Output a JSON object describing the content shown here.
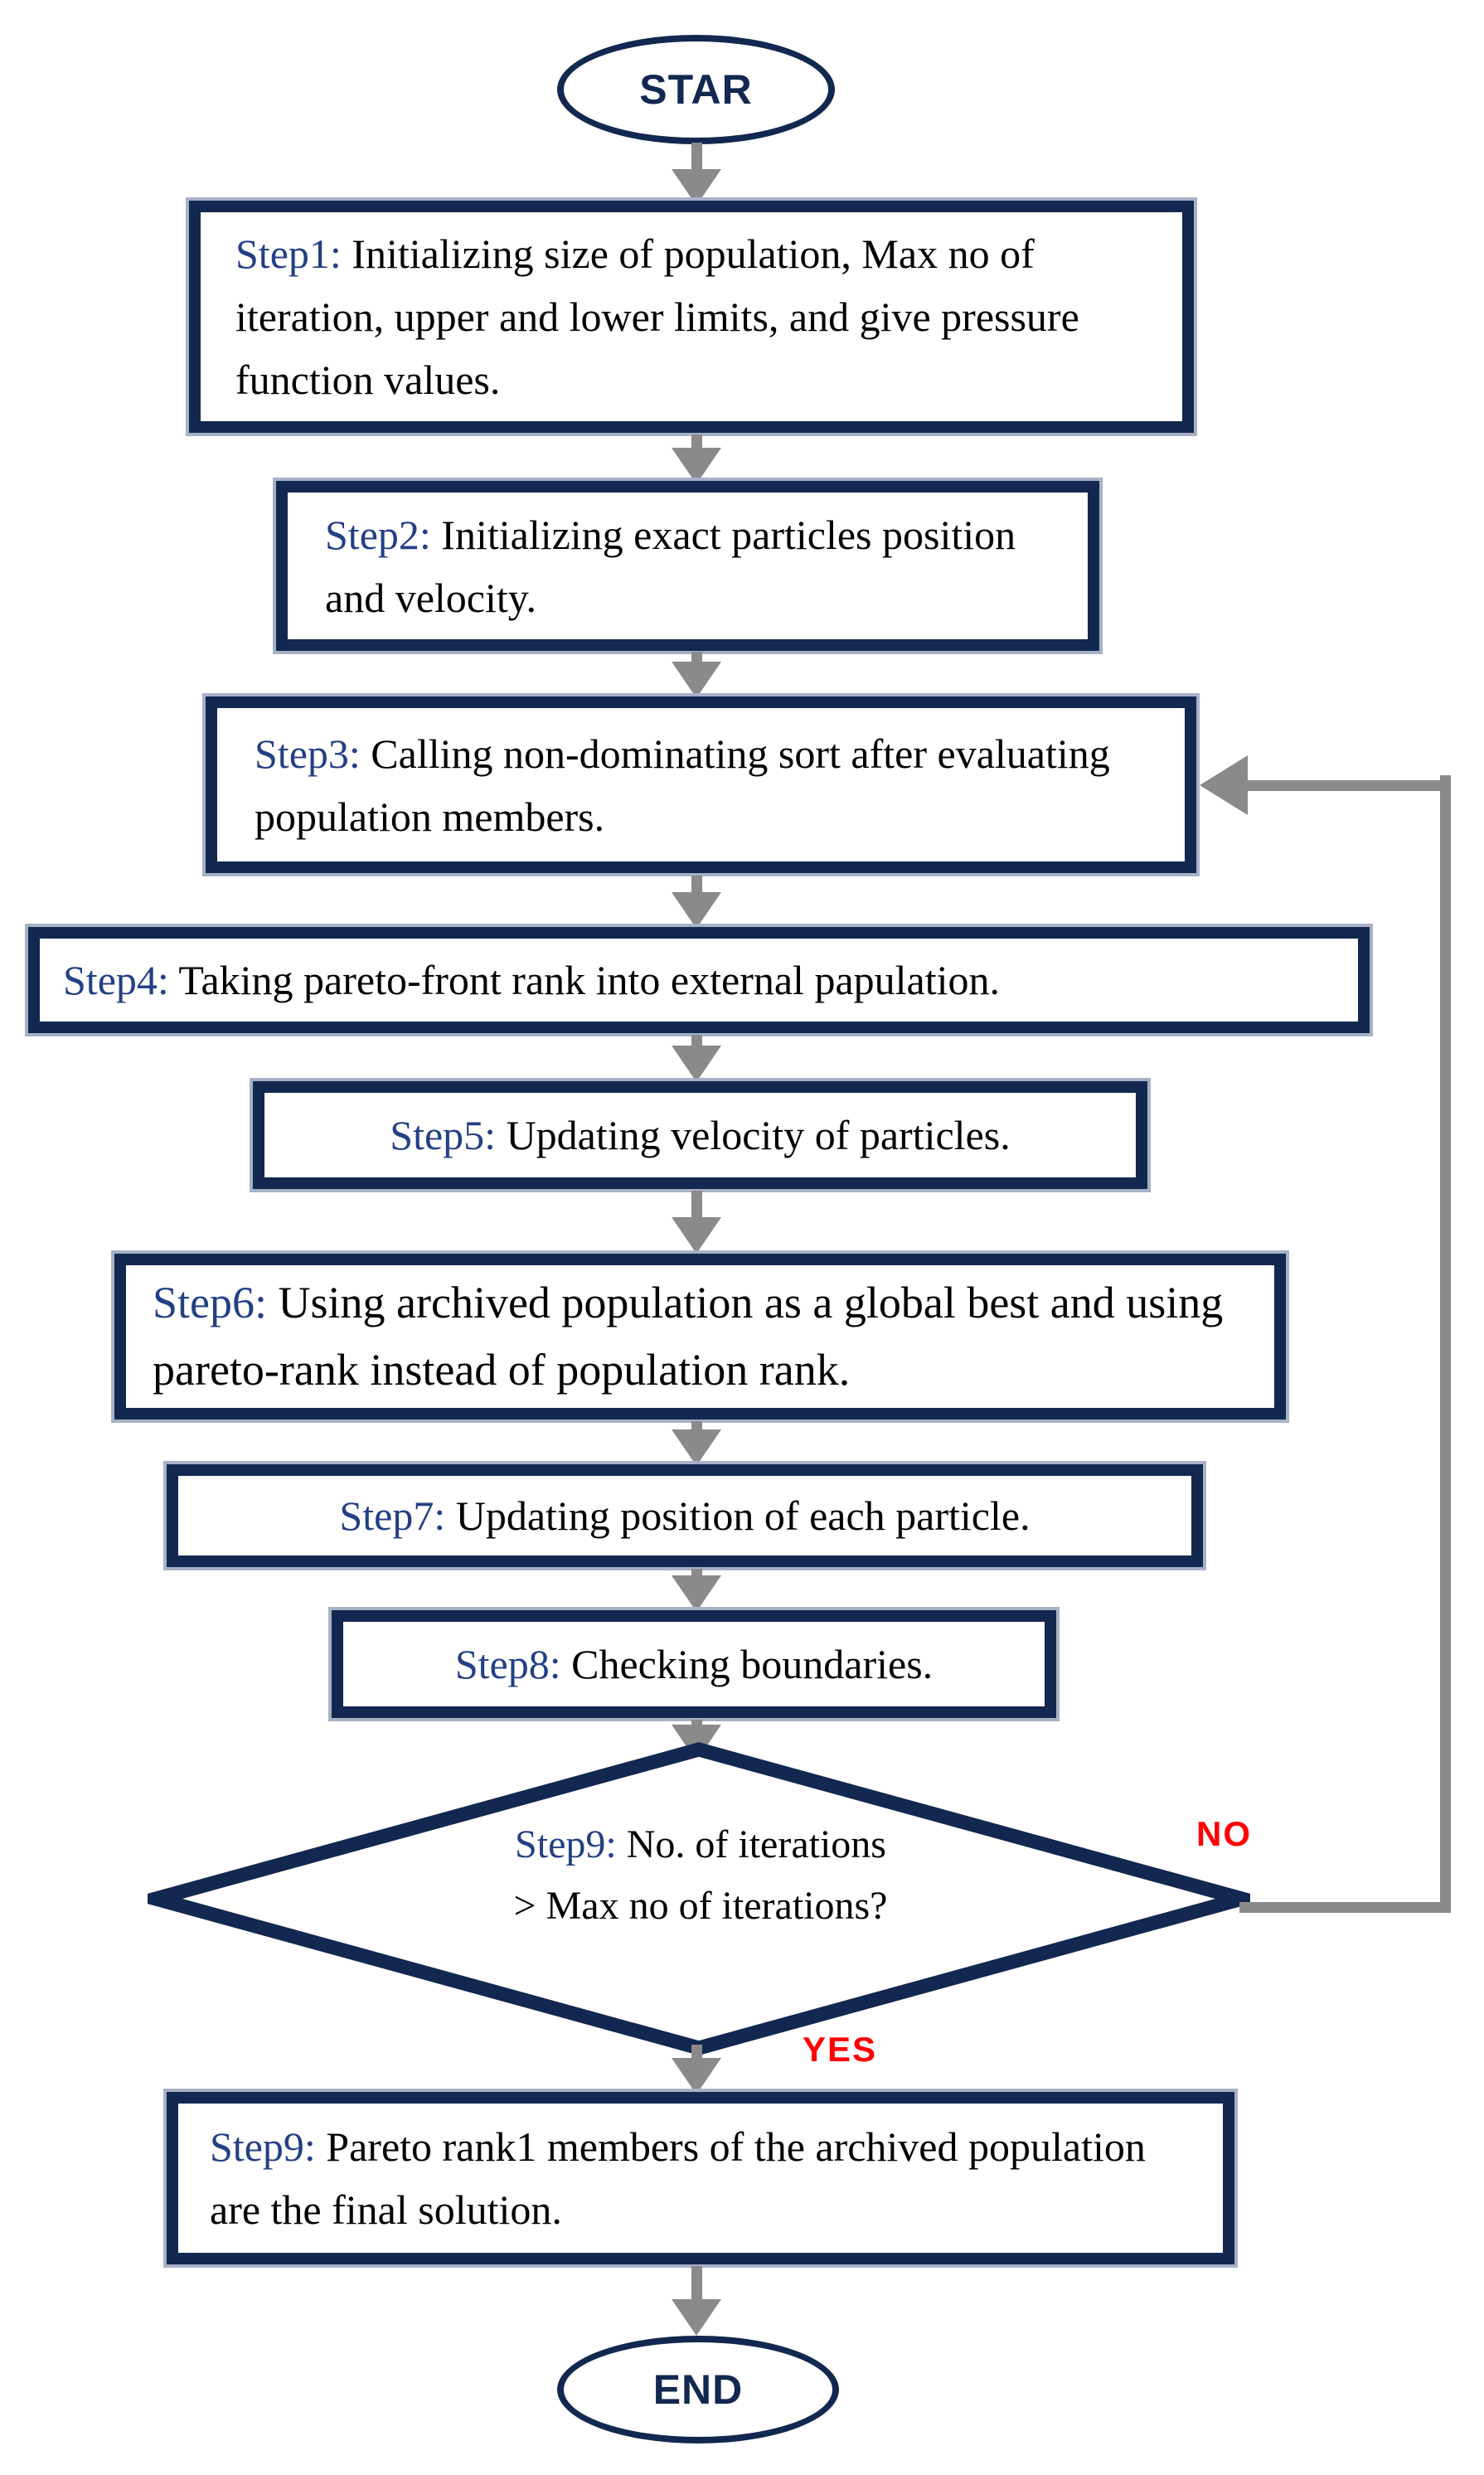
{
  "colors": {
    "navy": "#132850",
    "steplabel": "#233f85",
    "text": "#000000",
    "arrow": "#8a8a8a",
    "red": "#ff0000",
    "outline": "#a7b1c6"
  },
  "nodes": {
    "start": {
      "label": "STAR"
    },
    "step1": {
      "prefix": "Step1:",
      "text": "Initializing size of population, Max no of iteration, upper and lower limits, and give pressure function values."
    },
    "step2": {
      "prefix": "Step2:",
      "text": "Initializing exact particles position and velocity."
    },
    "step3": {
      "prefix": "Step3:",
      "text": "Calling non-dominating sort after evaluating population members."
    },
    "step4": {
      "prefix": "Step4:",
      "text": "Taking pareto-front rank into external papulation."
    },
    "step5": {
      "prefix": "Step5:",
      "text": "Updating velocity of particles."
    },
    "step6": {
      "prefix": "Step6:",
      "text": "Using archived population as a global best and using pareto-rank instead of population rank."
    },
    "step7": {
      "prefix": "Step7:",
      "text": "Updating position of each particle."
    },
    "step8": {
      "prefix": "Step8:",
      "text": "Checking boundaries."
    },
    "decision": {
      "prefix": "Step9:",
      "line1": "No. of iterations",
      "line2": "> Max no of iterations?"
    },
    "step9": {
      "prefix": "Step9:",
      "text": "Pareto rank1 members of the archived population are the final solution."
    },
    "end": {
      "label": "END"
    }
  },
  "edges": {
    "no_label": "NO",
    "yes_label": "YES"
  }
}
